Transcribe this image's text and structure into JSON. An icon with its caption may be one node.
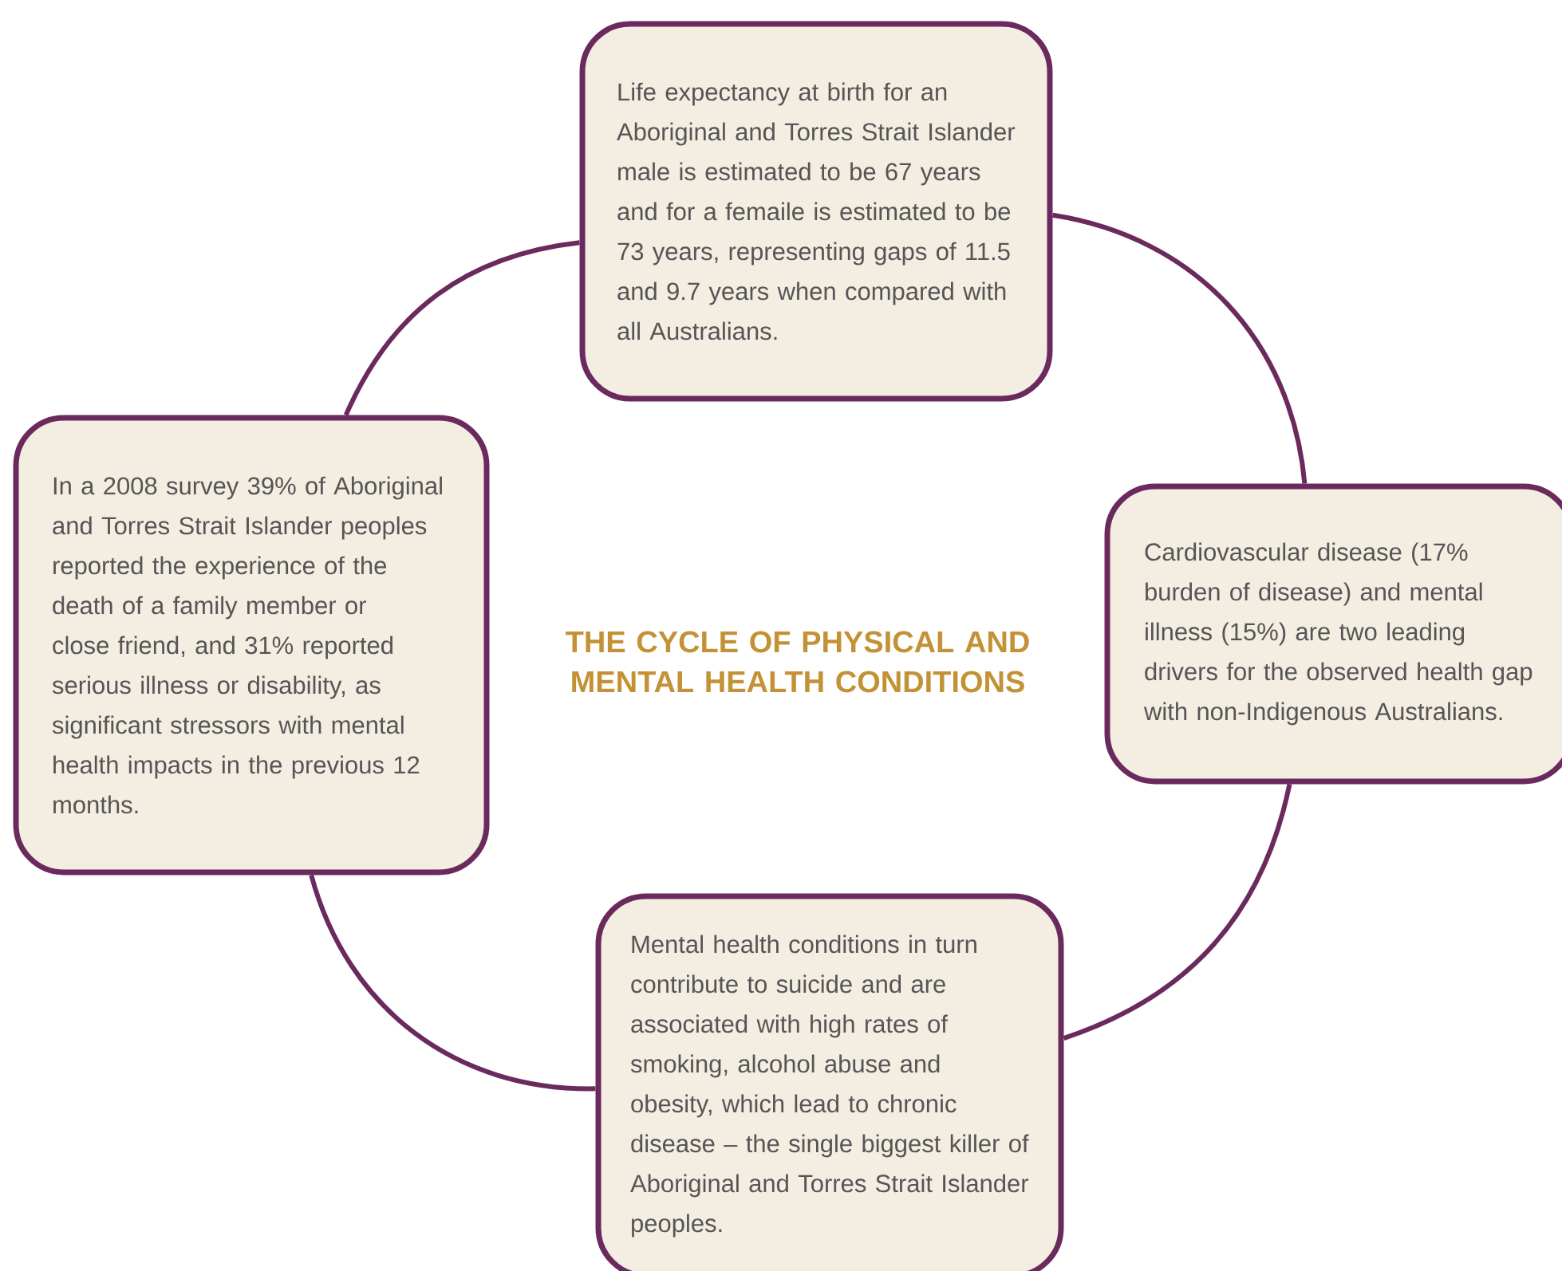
{
  "diagram": {
    "title": "THE CYCLE OF PHYSICAL AND MENTAL HEALTH CONDITIONS",
    "nodes": [
      {
        "text": [
          "Life expectancy at birth for an Aboriginal and Torres Strait Islander male is estimated to be 67 years and for a femaile is estimated to be 73 years, representing gaps of 11.5 and 9.7 years when compared with all Australians."
        ]
      },
      {
        "text": [
          "In a 2008 survey 39% of Aboriginal and Torres Strait Islander peoples reported the experience of the death of a family member or close friend, and 31% reported serious illness or disability, as significant stressors with mental health impacts in the previous 12 months."
        ]
      },
      {
        "text": [
          "Cardiovascular disease (17% burden of disease) and mental illness (15%) are two leading drivers for the observed health gap with non-Indigenous Australians."
        ]
      },
      {
        "text": [
          "Mental health conditions in turn contribute to suicide and are associated with high rates of smoking, alcohol abuse and obesity, which lead to chronic disease – the single biggest killer of Aboriginal and Torres Strait Islander peoples."
        ]
      }
    ],
    "edges": [
      {
        "from": 0,
        "to": 2,
        "arrow": "none"
      },
      {
        "from": 2,
        "to": 3,
        "arrow": "none"
      },
      {
        "from": 3,
        "to": 1,
        "arrow": "none"
      },
      {
        "from": 1,
        "to": 0,
        "arrow": "none"
      }
    ]
  }
}
